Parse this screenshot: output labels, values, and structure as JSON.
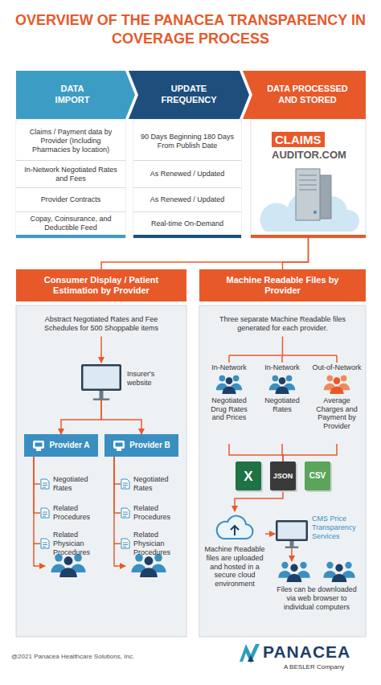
{
  "diagram": {
    "title": "OVERVIEW OF THE PANACEA TRANSPARENCY IN COVERAGE PROCESS",
    "nodes": [
      {
        "text": [
          "DATA IMPORT"
        ]
      },
      {
        "text": [
          "Claims / Payment data by Provider (Including Pharmacies by location)"
        ]
      },
      {
        "text": [
          "In-Network Negotiated Rates and Fees"
        ]
      },
      {
        "text": [
          "Provider Contracts"
        ]
      },
      {
        "text": [
          "Copay, Coinsurance, and Deductible Feed"
        ]
      },
      {
        "text": [
          "UPDATE FREQUENCY"
        ]
      },
      {
        "text": [
          "90 Days Beginning 180 Days From Publish Date"
        ]
      },
      {
        "text": [
          "As Renewed / Updated"
        ]
      },
      {
        "text": [
          "As Renewed / Updated"
        ]
      },
      {
        "text": [
          "Real-time On-Demand"
        ]
      },
      {
        "text": [
          "DATA PROCESSED AND STORED"
        ]
      },
      {
        "text": [
          "CLAIMS",
          "AUDITOR.COM"
        ]
      },
      {
        "text": [
          "Consumer Display / Patient Estimation by Provider"
        ]
      },
      {
        "text": [
          "Abstract Negotiated Rates and Fee Schedules for 500 Shoppable items"
        ]
      },
      {
        "text": [
          "Insurer's website"
        ],
        "in": 13
      },
      {
        "text": [
          "Provider A"
        ],
        "in": 13
      },
      {
        "text": [
          "Provider B"
        ],
        "in": 13
      },
      {
        "text": [
          "Negotiated Rates"
        ],
        "in": 13
      },
      {
        "text": [
          "Related Procedures"
        ],
        "in": 13
      },
      {
        "text": [
          "Related Physician Procedures"
        ],
        "in": 13
      },
      {
        "text": [
          "Negotiated Rates"
        ],
        "in": 13
      },
      {
        "text": [
          "Related Procedures"
        ],
        "in": 13
      },
      {
        "text": [
          "Related Physician Procedures"
        ],
        "in": 13
      },
      {
        "text": [
          "Machine Readable Files by Provider"
        ]
      },
      {
        "text": [
          "Three separate Machine Readable files generated for each provider."
        ]
      },
      {
        "text": [
          "In-Network",
          "Negotiated Drug Rates and Prices"
        ],
        "in": 24
      },
      {
        "text": [
          "In-Network",
          "Negotiated Rates"
        ],
        "in": 24
      },
      {
        "text": [
          "Out-of-Network",
          "Average Charges and Payment by Provider"
        ],
        "in": 24
      },
      {
        "text": [
          "X"
        ],
        "in": 24
      },
      {
        "text": [
          "JSON"
        ],
        "in": 24
      },
      {
        "text": [
          "CSV"
        ],
        "in": 24
      },
      {
        "text": [
          "Machine Readable files are uploaded and hosted in a secure cloud environment"
        ],
        "in": 24
      },
      {
        "text": [
          "CMS Price Transparency Services"
        ],
        "in": 24
      },
      {
        "text": [
          "Files can be downloaded via web browser to individual computers"
        ],
        "in": 24
      }
    ],
    "edges": [
      {
        "from": 11,
        "to": 12,
        "arrow": "none"
      },
      {
        "from": 11,
        "to": 23,
        "arrow": "none"
      },
      {
        "from": 14,
        "to": 15,
        "arrow": "to"
      },
      {
        "from": 14,
        "to": 16,
        "arrow": "to"
      },
      {
        "from": 15,
        "to": 17,
        "arrow": "none"
      },
      {
        "from": 15,
        "to": 18,
        "arrow": "none"
      },
      {
        "from": 15,
        "to": 19,
        "arrow": "none"
      },
      {
        "from": 16,
        "to": 20,
        "arrow": "none"
      },
      {
        "from": 16,
        "to": 21,
        "arrow": "none"
      },
      {
        "from": 16,
        "to": 22,
        "arrow": "none"
      },
      {
        "from": 25,
        "to": 29,
        "arrow": "none"
      },
      {
        "from": 26,
        "to": 29,
        "arrow": "none"
      },
      {
        "from": 27,
        "to": 29,
        "arrow": "none"
      },
      {
        "from": 29,
        "to": 31,
        "arrow": "to"
      },
      {
        "from": 31,
        "to": 32,
        "arrow": "to"
      },
      {
        "from": 32,
        "to": 33,
        "arrow": "to"
      }
    ],
    "labels": [
      "@2021 Panacea Healthcare Solutions, Inc.",
      "PANACEA",
      "A BESLER Company"
    ]
  }
}
